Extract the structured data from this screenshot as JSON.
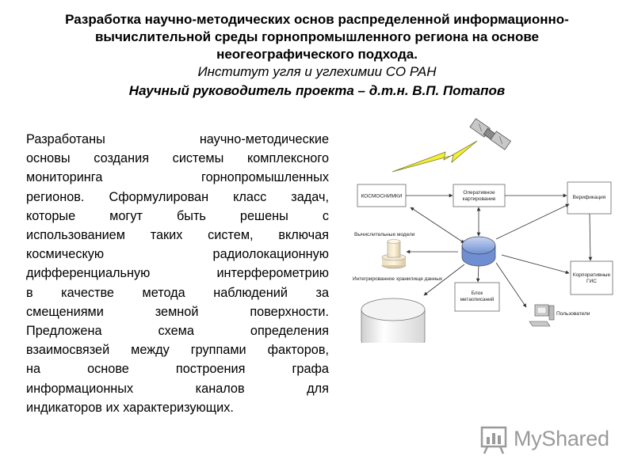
{
  "header": {
    "title_lines": [
      "Разработка научно-методических основ распределенной информационно-",
      "вычислительной среды горнопромышленного региона на основе",
      "неогеографического подхода."
    ],
    "institute": "Институт угля и углехимии СО РАН",
    "leader": "Научный руководитель проекта – д.т.н. В.П. Потапов"
  },
  "body": {
    "lines": [
      "Разработаны научно-методические",
      "основы создания системы комплексного",
      "мониторинга горнопромышленных",
      "регионов. Сформулирован класс задач,",
      "которые могут быть решены с",
      "использованием таких систем, включая",
      "космическую радиолокационную",
      "дифференциальную интерферометрию",
      "в качестве метода наблюдений за",
      "смещениями земной поверхности.",
      "Предложена схема определения",
      "взаимосвязей между группами факторов,",
      "на основе построения графа",
      "информационных каналов для",
      "индикаторов их характеризующих."
    ]
  },
  "diagram": {
    "kosmosnimki": "КОСМОСНИМКИ",
    "operativnoe_1": "Оперативное",
    "operativnoe_2": "картирование",
    "verifikatsiya": "Верификация",
    "vychislitelnye": "Вычислительные модели",
    "integrirovannoe": "Интегрированное хранилище данных",
    "korporativnye_1": "Корпоративные",
    "korporativnye_2": "ГИС",
    "blok_1": "Блок",
    "blok_2": "метаописаний",
    "polzovateli": "Пользователи"
  },
  "watermark": {
    "text": "MyShared"
  },
  "colors": {
    "disk_blue": "#8aa4dd",
    "lightning_yellow": "#f2ee3a",
    "watermark_gray": "#9a9a9a"
  }
}
